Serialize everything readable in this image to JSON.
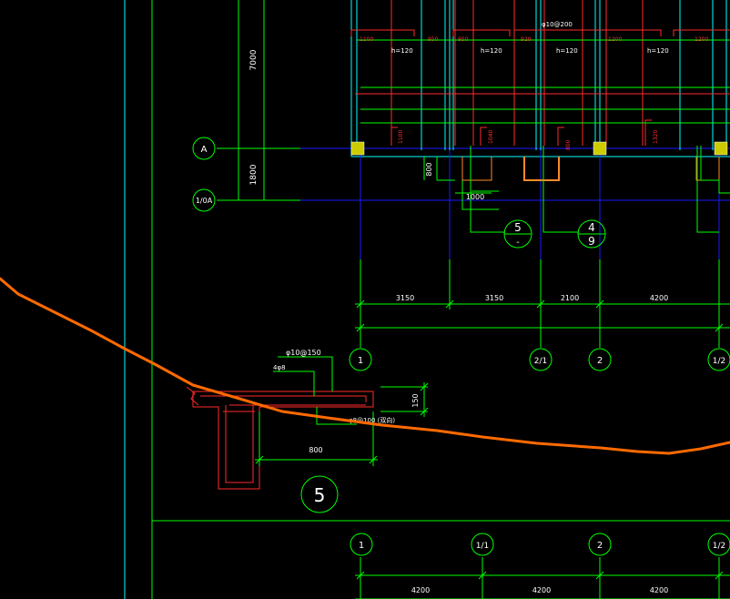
{
  "colors": {
    "background": "#000000",
    "green": "#00ff00",
    "blue": "#1a1aff",
    "cyan": "#00ffff",
    "red": "#ff2a2a",
    "white": "#ffffff",
    "yellow": "#e6e600",
    "orange": "#ff6a00"
  },
  "axes": {
    "row_a": "A",
    "row_1_0a": "1/0A",
    "upper_1": "1",
    "upper_2_1": "2/1",
    "upper_2": "2",
    "upper_1_2": "1/2",
    "lower_1": "1",
    "lower_1_1": "1/1",
    "lower_2": "2",
    "lower_1_2": "1/2"
  },
  "dimensions": {
    "vertical_7000": "7000",
    "vertical_1800": "1800",
    "dim_800": "800",
    "dim_1000": "1000",
    "span_3150_a": "3150",
    "span_3150_b": "3150",
    "span_2100": "2100",
    "span_4200": "4200",
    "bottom_4200_a": "4200",
    "bottom_4200_b": "4200",
    "bottom_4200_c": "4200",
    "detail_width_800": "800",
    "detail_height_150": "150"
  },
  "slab_annotations": {
    "rebar_top": "φ10@200",
    "h1": "h=120",
    "h2": "h=120",
    "h3": "h=120",
    "h4": "h=120",
    "top_dims": [
      "1100",
      "950",
      "950",
      "920",
      "1200",
      "1200"
    ],
    "side_dims": [
      "1100",
      "1040",
      "800",
      "1320"
    ]
  },
  "detail_callouts": {
    "callout_5_number": "5",
    "callout_5_sub": "-",
    "callout_4_number": "4",
    "callout_4_sub": "9"
  },
  "section_detail": {
    "rebar_top_label": "φ10@150",
    "rebar_bar_label": "4φ8",
    "rebar_dist_label": "φ8@100 (双向)",
    "section_number": "5"
  }
}
